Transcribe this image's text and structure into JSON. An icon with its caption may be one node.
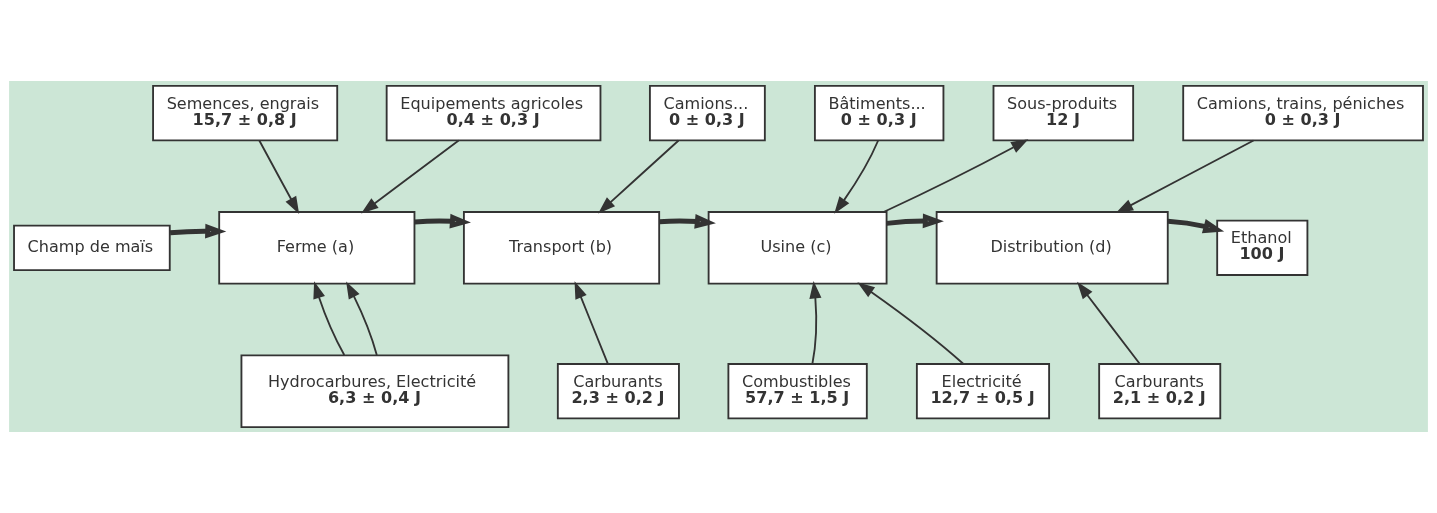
{
  "diagram": {
    "nodes": [
      {
        "text": [
          "Semences, engrais",
          "15,7 ± 0,8 J"
        ]
      },
      {
        "text": [
          "Equipements agricoles",
          "0,4 ± 0,3 J"
        ]
      },
      {
        "text": [
          "Camions...",
          "0 ± 0,3 J"
        ]
      },
      {
        "text": [
          "Bâtiments...",
          "0 ± 0,3 J"
        ]
      },
      {
        "text": [
          "Sous-produits",
          "12 J"
        ]
      },
      {
        "text": [
          "Camions, trains, péniches",
          "0 ± 0,3 J"
        ]
      },
      {
        "text": [
          "Champ de maïs"
        ]
      },
      {
        "text": [
          "Ferme (a)"
        ]
      },
      {
        "text": [
          "Transport (b)"
        ]
      },
      {
        "text": [
          "Usine (c)"
        ]
      },
      {
        "text": [
          "Distribution (d)"
        ]
      },
      {
        "text": [
          "Ethanol",
          "100 J"
        ]
      },
      {
        "text": [
          "Hydrocarbures, Electricité",
          "6,3 ± 0,4 J"
        ]
      },
      {
        "text": [
          "Carburants",
          "2,3 ± 0,2 J"
        ]
      },
      {
        "text": [
          "Combustibles",
          "57,7 ± 1,5 J"
        ]
      },
      {
        "text": [
          "Electricité",
          "12,7 ± 0,5 J"
        ]
      },
      {
        "text": [
          "Carburants",
          "2,1 ± 0,2 J"
        ]
      }
    ],
    "edges": [
      {
        "from": 0,
        "to": 7,
        "arrow": "to"
      },
      {
        "from": 1,
        "to": 7,
        "arrow": "to"
      },
      {
        "from": 2,
        "to": 8,
        "arrow": "to"
      },
      {
        "from": 3,
        "to": 9,
        "arrow": "to"
      },
      {
        "from": 9,
        "to": 4,
        "arrow": "to"
      },
      {
        "from": 5,
        "to": 10,
        "arrow": "to"
      },
      {
        "from": 6,
        "to": 7,
        "arrow": "to",
        "style": "thick"
      },
      {
        "from": 7,
        "to": 8,
        "arrow": "to",
        "style": "thick"
      },
      {
        "from": 8,
        "to": 9,
        "arrow": "to",
        "style": "thick"
      },
      {
        "from": 9,
        "to": 10,
        "arrow": "to",
        "style": "thick"
      },
      {
        "from": 10,
        "to": 11,
        "arrow": "to",
        "style": "thick"
      },
      {
        "from": 12,
        "to": 7,
        "arrow": "to"
      },
      {
        "from": 12,
        "to": 7,
        "arrow": "to"
      },
      {
        "from": 13,
        "to": 8,
        "arrow": "to"
      },
      {
        "from": 14,
        "to": 9,
        "arrow": "to"
      },
      {
        "from": 15,
        "to": 9,
        "arrow": "to"
      },
      {
        "from": 16,
        "to": 10,
        "arrow": "to"
      }
    ]
  }
}
